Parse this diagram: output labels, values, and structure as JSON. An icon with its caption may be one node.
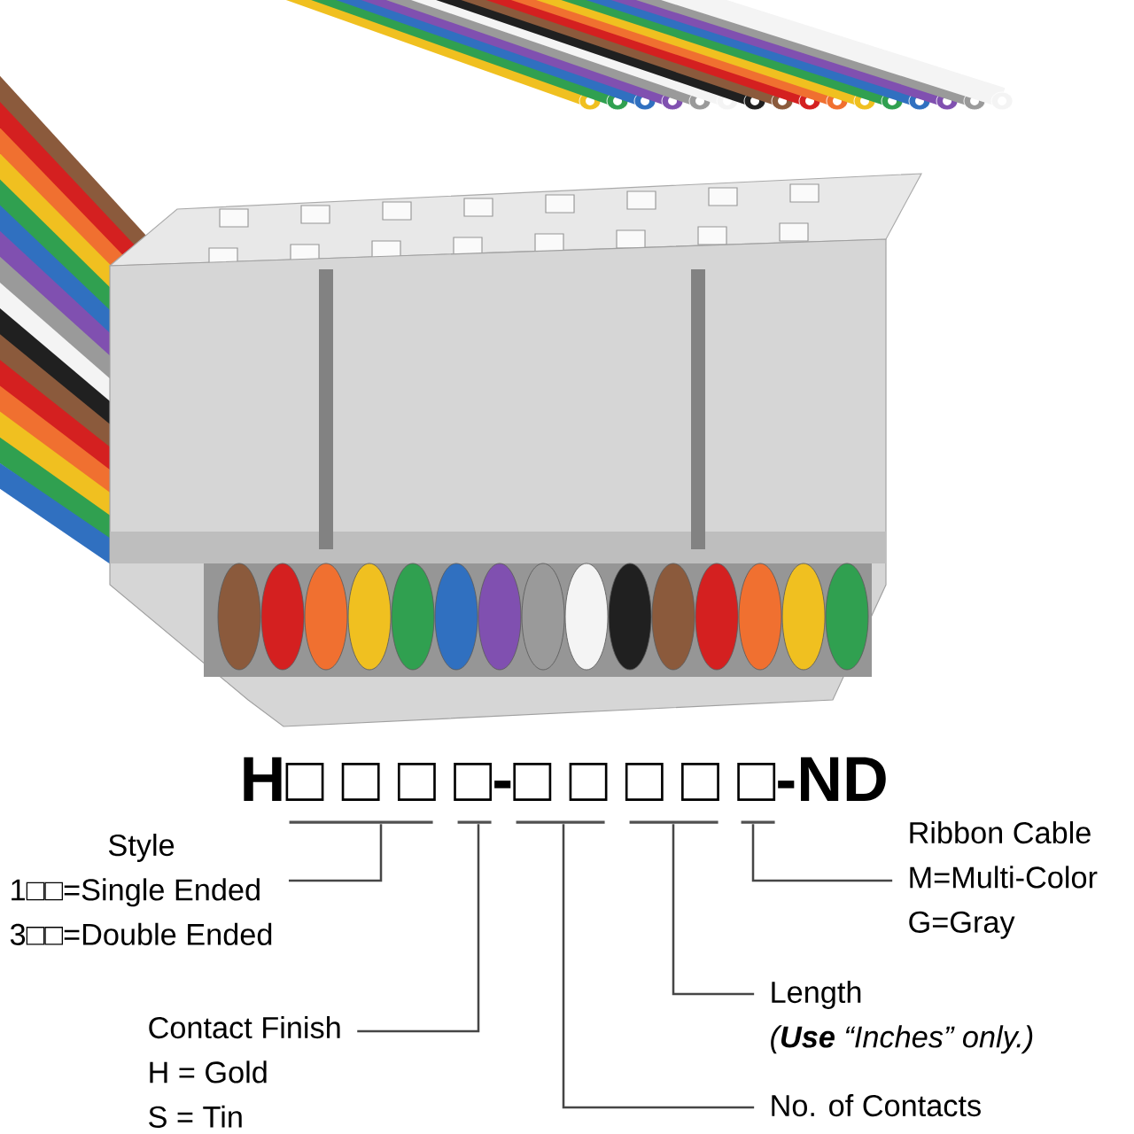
{
  "diagram": {
    "nodes": [
      {
        "text": [],
        "shape": "bar"
      },
      {
        "text": [],
        "shape": "bar"
      },
      {
        "text": [],
        "shape": "bar"
      },
      {
        "text": [],
        "shape": "bar"
      },
      {
        "text": [],
        "shape": "bar"
      },
      {
        "text": [
          "Style",
          "1□□=Single Ended",
          "3□□=Double Ended"
        ]
      },
      {
        "text": [
          "Ribbon Cable",
          "M=Multi-Color",
          "G=Gray"
        ]
      },
      {
        "text": [
          "Length",
          "(**Use** “Inches” only.)"
        ]
      },
      {
        "text": [
          "Contact Finish",
          "H = Gold",
          "S = Tin"
        ]
      },
      {
        "text": [
          "No. of Contacts"
        ]
      }
    ],
    "edges": [
      {
        "from": 5,
        "to": 0,
        "arrow": "none"
      },
      {
        "from": 8,
        "to": 1,
        "arrow": "none"
      },
      {
        "from": 9,
        "to": 2,
        "arrow": "none"
      },
      {
        "from": 7,
        "to": 3,
        "arrow": "none"
      },
      {
        "from": 6,
        "to": 4,
        "arrow": "none"
      }
    ],
    "labels": [
      "H□ □ □ □-□ □ □ □ □-ND"
    ]
  }
}
